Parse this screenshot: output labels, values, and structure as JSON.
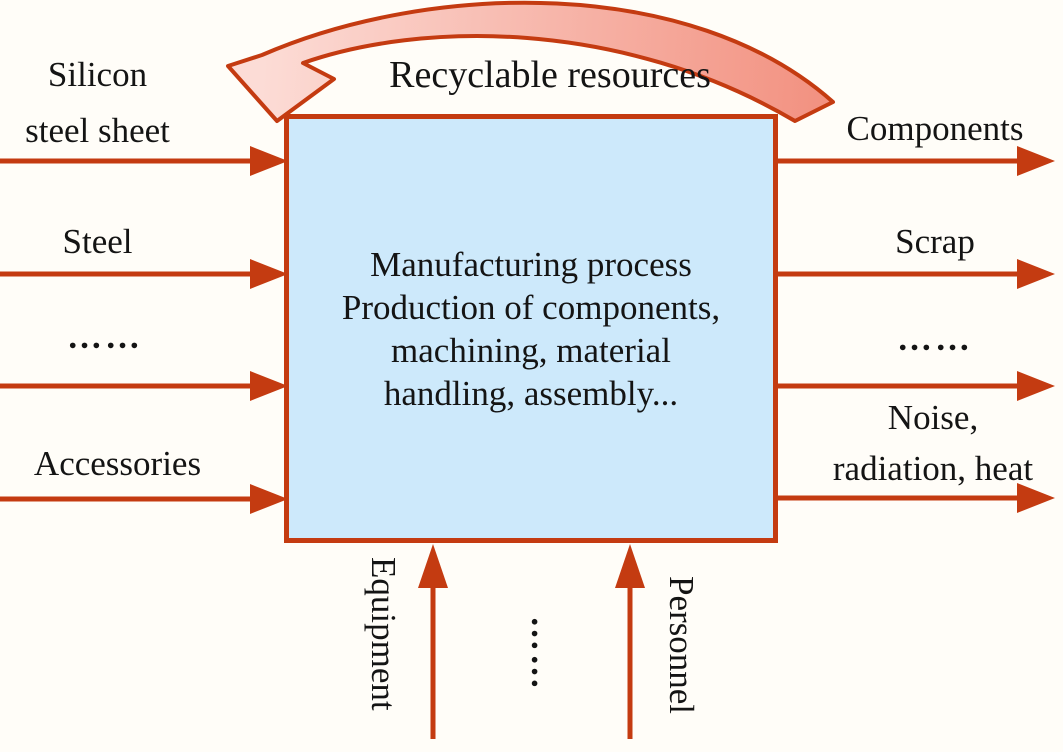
{
  "diagram": {
    "recycle_label": "Recyclable resources",
    "box": {
      "line1": "Manufacturing process",
      "line2": "Production of components,",
      "line3": "machining, material",
      "line4": "handling, assembly..."
    },
    "inputs": {
      "item1_line1": "Silicon",
      "item1_line2": "steel sheet",
      "item2": "Steel",
      "item3": "……",
      "item4": "Accessories"
    },
    "outputs": {
      "item1": "Components",
      "item2": "Scrap",
      "item3": "……",
      "item4_line1": "Noise,",
      "item4_line2": "radiation, heat"
    },
    "bottom_inputs": {
      "item1": "Equipment",
      "item2": "……",
      "item3": "Personnel"
    },
    "colors": {
      "background": "#fffdf8",
      "arrow": "#c43b11",
      "box_fill": "#cde9fb",
      "box_border": "#c43b11",
      "text": "#141414",
      "recycle_start": "#f2907f",
      "recycle_end": "#fcdcd6"
    }
  }
}
